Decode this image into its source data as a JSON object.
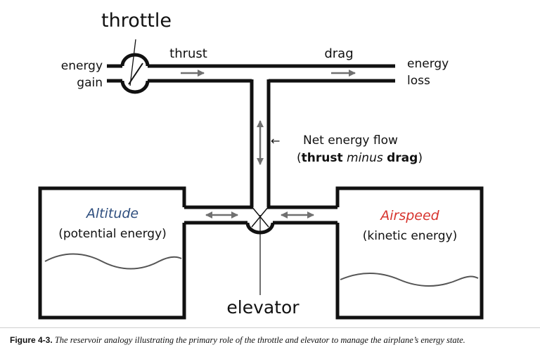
{
  "labels": {
    "throttle": "throttle",
    "thrust": "thrust",
    "drag": "drag",
    "energy_gain_1": "energy",
    "energy_gain_2": "gain",
    "energy_loss_1": "energy",
    "energy_loss_2": "loss",
    "net_flow_arrow": "←",
    "net_flow_line1": "Net energy flow",
    "net_flow_open": "(",
    "net_flow_thrust": "thrust",
    "net_flow_minus": " minus ",
    "net_flow_drag": "drag",
    "net_flow_close": ")",
    "altitude_title": "Altitude",
    "altitude_sub": "(potential energy)",
    "airspeed_title": "Airspeed",
    "airspeed_sub": "(kinetic energy)",
    "elevator": "elevator"
  },
  "caption": {
    "figure": "Figure 4-3.",
    "text": "The reservoir analogy illustrating the primary role of the throttle and elevator to manage the airplane’s energy state."
  },
  "colors": {
    "altitude": "#2f4f7f",
    "airspeed": "#d7342e",
    "arrows": "#707070",
    "pipe": "#111111"
  }
}
